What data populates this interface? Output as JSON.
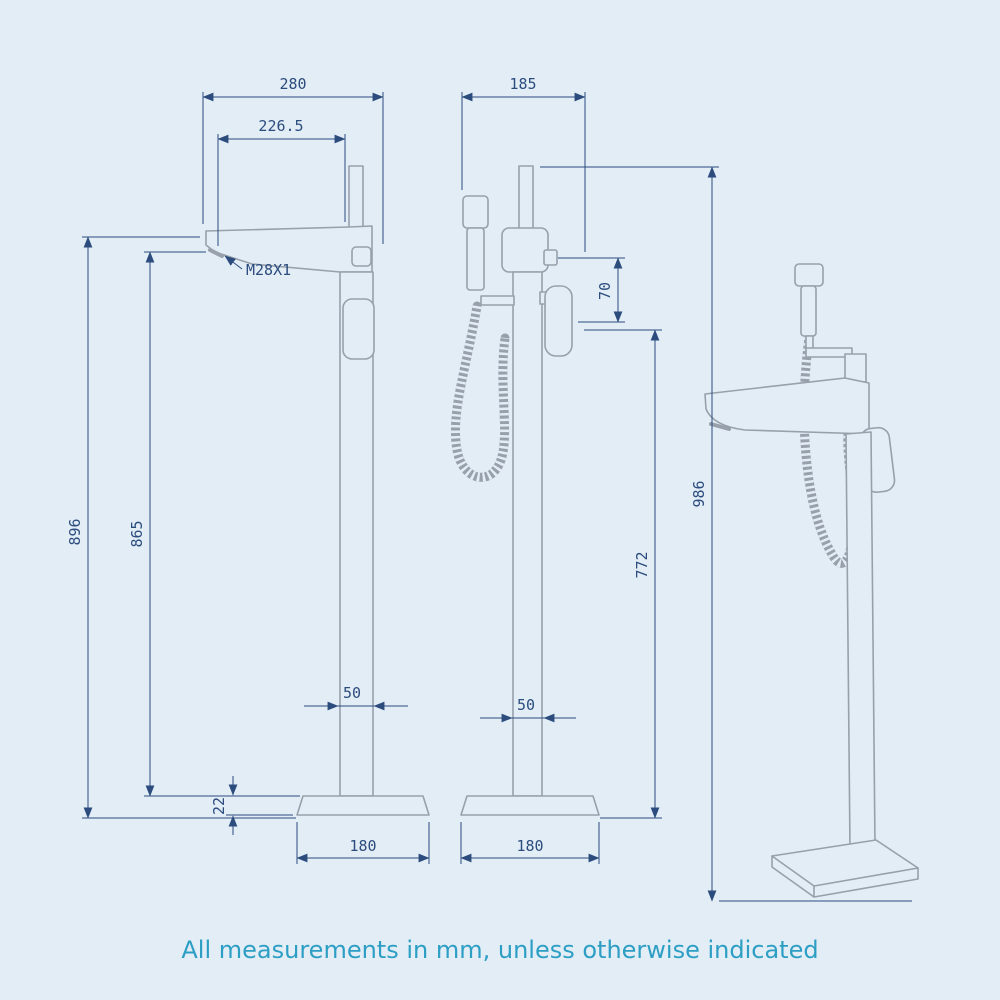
{
  "colors": {
    "background": "#e2edf6",
    "line": "#98a1ab",
    "dimension": "#2b4c7d",
    "caption": "#2d9ec4"
  },
  "caption": {
    "text": "All measurements in mm, unless otherwise indicated"
  },
  "dims": {
    "overall_width": "280",
    "spout_reach": "226.5",
    "front_width": "185",
    "thread": "M28X1",
    "diverter_to_handle": "70",
    "total_height_side": "896",
    "spout_height": "865",
    "total_height_perspective": "986",
    "column_height_front": "772",
    "column_width_side": "50",
    "column_width_front": "50",
    "base_thickness": "22",
    "base_diameter_side": "180",
    "base_diameter_front": "180"
  }
}
